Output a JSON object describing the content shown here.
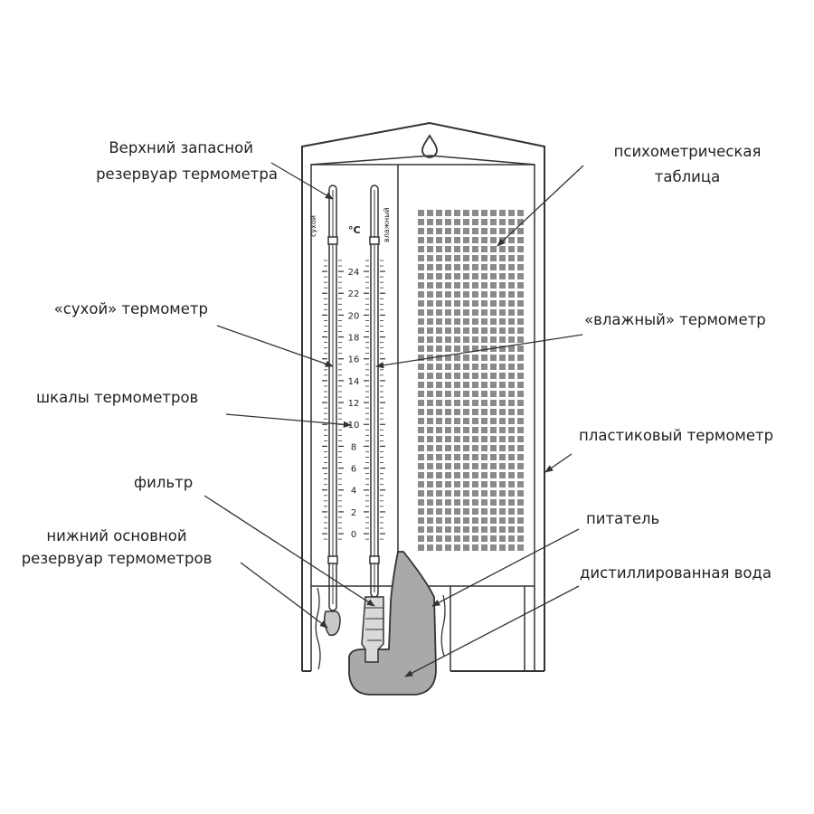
{
  "labels": {
    "top_reservoir_line1": "Верхний запасной",
    "top_reservoir_line2": "резервуар термометра",
    "dry_thermometer": "«сухой» термометр",
    "scales": "шкалы термометров",
    "filter": "фильтр",
    "bottom_reservoir_line1": "нижний основной",
    "bottom_reservoir_line2": "резервуар термометров",
    "psychrometric_table_line1": "психометрическая",
    "psychrometric_table_line2": "таблица",
    "wet_thermometer": "«влажный» термометр",
    "plastic_thermometer": "пластиковый термометр",
    "feeder": "питатель",
    "distilled_water": "дистиллированная вода"
  },
  "device": {
    "dry_tube_label": "сухой",
    "wet_tube_label": "влажный",
    "unit": "°C",
    "scale_values": [
      "24",
      "22",
      "20",
      "18",
      "16",
      "14",
      "12",
      "10",
      "8",
      "6",
      "4",
      "2",
      "0"
    ]
  },
  "colors": {
    "ink": "#333333",
    "water": "#a9a9a9",
    "table_cells": "#8a8a8a"
  }
}
